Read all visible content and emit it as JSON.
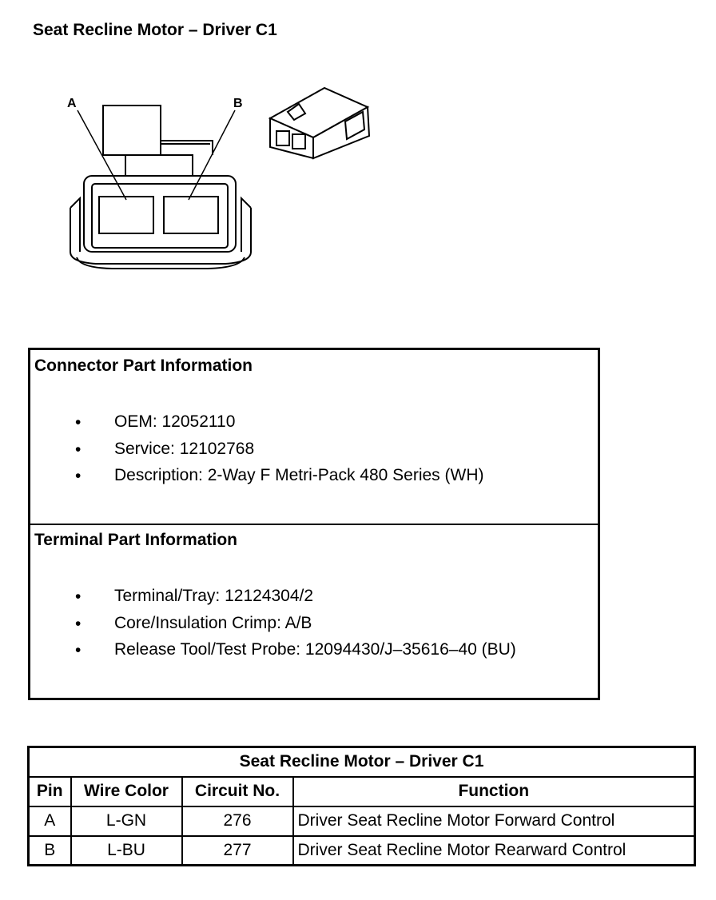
{
  "page": {
    "title": "Seat Recline Motor – Driver C1"
  },
  "diagram": {
    "label_a": "A",
    "label_b": "B"
  },
  "connector_info": {
    "heading": "Connector Part Information",
    "items": [
      {
        "bullet": "•",
        "text": "OEM: 12052110"
      },
      {
        "bullet": "•",
        "text": "Service: 12102768"
      },
      {
        "bullet": "•",
        "text": "Description: 2-Way F Metri-Pack 480 Series (WH)"
      }
    ]
  },
  "terminal_info": {
    "heading": "Terminal Part Information",
    "items": [
      {
        "bullet": "•",
        "text": "Terminal/Tray: 12124304/2"
      },
      {
        "bullet": "•",
        "text": "Core/Insulation Crimp: A/B"
      },
      {
        "bullet": "•",
        "text": "Release Tool/Test Probe: 12094430/J–35616–40 (BU)"
      }
    ]
  },
  "pin_table": {
    "caption": "Seat Recline Motor – Driver C1",
    "headers": [
      "Pin",
      "Wire Color",
      "Circuit No.",
      "Function"
    ],
    "rows": [
      [
        "A",
        "L-GN",
        "276",
        "Driver Seat Recline Motor Forward Control"
      ],
      [
        "B",
        "L-BU",
        "277",
        "Driver Seat Recline Motor Rearward Control"
      ]
    ]
  }
}
